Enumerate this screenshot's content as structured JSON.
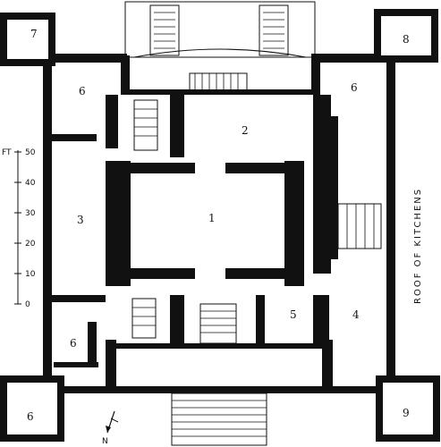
{
  "plan": {
    "rooms": [
      {
        "id": "room-1",
        "label": "1"
      },
      {
        "id": "room-2",
        "label": "2"
      },
      {
        "id": "room-3",
        "label": "3"
      },
      {
        "id": "room-4",
        "label": "4"
      },
      {
        "id": "room-5",
        "label": "5"
      },
      {
        "id": "room-6-nw",
        "label": "6"
      },
      {
        "id": "room-6-ne",
        "label": "6"
      },
      {
        "id": "room-6-w",
        "label": "6"
      },
      {
        "id": "room-6-sw",
        "label": "6"
      },
      {
        "id": "room-7",
        "label": "7"
      },
      {
        "id": "room-8",
        "label": "8"
      },
      {
        "id": "room-9",
        "label": "9"
      }
    ],
    "scale": {
      "unit": "FT",
      "ticks": [
        "50",
        "40",
        "30",
        "20",
        "10",
        "0"
      ]
    },
    "annotation": "ROOF OF KITCHENS",
    "north": "N"
  }
}
